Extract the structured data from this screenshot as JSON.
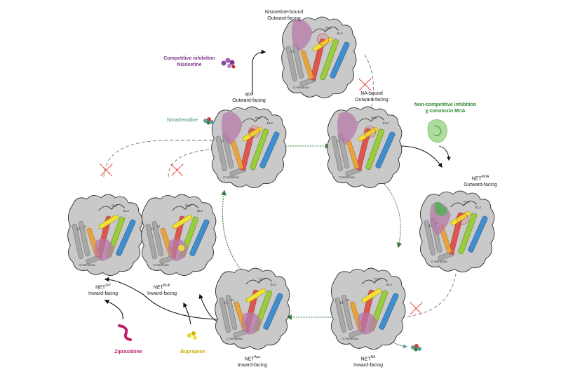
{
  "states": {
    "nisoxetine_bound": {
      "line1": "Nisoxetine-bound",
      "line2": "Outward-facing"
    },
    "apo_outward": {
      "line1": "apo",
      "line2": "Outward-facing"
    },
    "na_bound": {
      "line1": "NA-bound",
      "line2": "Outward-facing"
    },
    "net_mria": {
      "name": "NET",
      "sup": "MrIA",
      "line2": "Outward-facing"
    },
    "net_zip": {
      "name": "NET",
      "sup": "ZIP",
      "line2": "Inward-facing"
    },
    "net_bup": {
      "name": "NET",
      "sup": "BUP",
      "line2": "Inward-facing"
    },
    "net_apo_in": {
      "name": "NET",
      "sup": "Apo",
      "line2": "Inward-facing"
    },
    "net_na_in": {
      "name": "NET",
      "sup": "NA",
      "line2": "Inward-facing"
    }
  },
  "drugs": {
    "competitive": {
      "line1": "Competitive inhibition",
      "line2": "Nisoxetine"
    },
    "noradrenaline": "Noradrenaline",
    "noncompetitive": {
      "line1": "Non-competitive inhibition",
      "line2": "χ-conotoxin MrIA"
    },
    "ziprasidone": "Ziprasidone",
    "bupropion": "Bupropion"
  },
  "protein_labels": {
    "c_terminus": "C-terminus",
    "el4": "EL4",
    "el2": "EL2",
    "t12": "12",
    "t11": "11"
  },
  "colors": {
    "protein_fill": "#c9c9c9",
    "protein_stroke": "#222222",
    "lipid_pink": "#b57aa8",
    "helix_red": "#e0564f",
    "helix_green": "#9acd3a",
    "helix_blue": "#3f8fd0",
    "helix_yellow": "#f2e233",
    "helix_orange": "#e9a33a",
    "arrow_green": "#3a7a3a",
    "inhibit_red": "#e23a2a"
  }
}
